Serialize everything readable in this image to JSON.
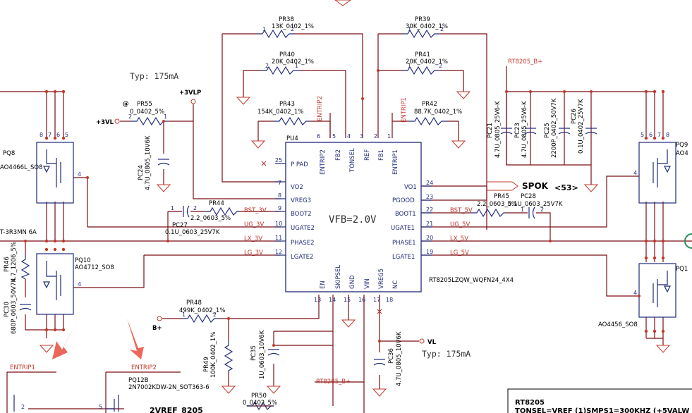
{
  "resistors": {
    "pr38": {
      "ref": "PR38",
      "val": "13K_0402_1%"
    },
    "pr39": {
      "ref": "PR39",
      "val": "30K_0402_1%"
    },
    "pr40": {
      "ref": "PR40",
      "val": "20K_0402_1%"
    },
    "pr41": {
      "ref": "PR41",
      "val": "20K_0402_1%"
    },
    "pr43": {
      "ref": "PR43",
      "val": "154K_0402_1%"
    },
    "pr42": {
      "ref": "PR42",
      "val": "88.7K_0402_1%"
    },
    "pr55": {
      "ref": "PR55",
      "val": "0_0402_5%"
    },
    "pr44": {
      "ref": "PR44",
      "val": "2.2_0603_5%"
    },
    "pr45": {
      "ref": "PR45",
      "val": "2.2_0603_5%"
    },
    "pr46": {
      "ref": "PR46",
      "val": "4.7_1206_5%"
    },
    "pr48": {
      "ref": "PR48",
      "val": "499K_0402_1%"
    },
    "pr49": {
      "ref": "PR49",
      "val": "100K_0402_1%"
    },
    "pr50": {
      "ref": "PR50",
      "val": "0_0402_5%"
    }
  },
  "capacitors": {
    "pc24": {
      "ref": "PC24",
      "val": "4.7U_0805_10V6K"
    },
    "pc27": {
      "ref": "PC27",
      "val": "0.1U_0603_25V7K"
    },
    "pc28": {
      "ref": "PC28",
      "val": "0.1U_0603_25V7K"
    },
    "pc21": {
      "ref": "PC21",
      "val": "4.7U_0805_25V6-K"
    },
    "pc23": {
      "ref": "PC23",
      "val": "4.7U_0805_25V6-K"
    },
    "pc25": {
      "ref": "PC25",
      "val": "2200P_0402_50V7K"
    },
    "pc26": {
      "ref": "PC26",
      "val": "0.1U_0402_25V7K"
    },
    "pc30": {
      "ref": "PC30",
      "val": "680P_0603_50V7K"
    },
    "pc35": {
      "ref": "PC35",
      "val": "1U_0603_10V6K"
    },
    "pc36": {
      "ref": "PC36",
      "val": "4.7U_0805_10V6K"
    }
  },
  "transistors": {
    "pq8": {
      "ref": "PQ8",
      "val": "AO4466L_SO8"
    },
    "pq9": {
      "ref": "PQ9",
      "val": "AO4"
    },
    "pq10": {
      "ref": "PQ10",
      "val": "AO4712_SO8"
    },
    "pq11": {
      "ref": "PQ1",
      "val": "AO4456_SO8"
    },
    "pq12": {
      "ref": "PQ12B",
      "val": "2N7002KDW-2N_SOT363-6"
    }
  },
  "ic": {
    "ref": "PU4",
    "part": "RT8205LZQW_WQFN24_4X4",
    "vfb": "VFB=2.0V",
    "left_pins": [
      {
        "num": "25",
        "name": "P PAD"
      },
      {
        "num": "7",
        "name": "VO2"
      },
      {
        "num": "8",
        "name": "VREG3"
      },
      {
        "num": "9",
        "name": "BOOT2"
      },
      {
        "num": "10",
        "name": "UGATE2"
      },
      {
        "num": "11",
        "name": "PHASE2"
      },
      {
        "num": "12",
        "name": "LGATE2"
      }
    ],
    "right_pins": [
      {
        "num": "24",
        "name": "VO1"
      },
      {
        "num": "23",
        "name": "PGOOD"
      },
      {
        "num": "22",
        "name": "BOOT1"
      },
      {
        "num": "21",
        "name": "UGATE1"
      },
      {
        "num": "20",
        "name": "PHASE1"
      },
      {
        "num": "19",
        "name": "LGATE1"
      }
    ],
    "top_pins": [
      {
        "num": "6",
        "name": "ENTRIP2"
      },
      {
        "num": "5",
        "name": "FB2"
      },
      {
        "num": "4",
        "name": "TONSEL"
      },
      {
        "num": "3",
        "name": "REF"
      },
      {
        "num": "2",
        "name": "FB1"
      },
      {
        "num": "1",
        "name": "ENTRIP1"
      }
    ],
    "bottom_pins": [
      {
        "num": "13",
        "name": "EN"
      },
      {
        "num": "14",
        "name": "SKIPSEL"
      },
      {
        "num": "15",
        "name": "GND"
      },
      {
        "num": "16",
        "name": "VIN"
      },
      {
        "num": "17",
        "name": "VREG5"
      },
      {
        "num": "18",
        "name": "NC"
      }
    ]
  },
  "nets": {
    "p3vl": "+3VL",
    "p3vlp": "+3VLP",
    "bplus": "B+",
    "vl": "VL",
    "spok": "SPOK",
    "ref53": "<53>",
    "rt8205b": "RT8205_B+",
    "entrip1": "ENTRIP1",
    "entrip2": "ENTRIP2",
    "bst3v": "BST_3V",
    "ug3v": "UG_3V",
    "lx3v": "LX_3V",
    "lg3v": "LG_3V",
    "bst5v": "BST_5V",
    "ug5v": "UG_5V",
    "lx5v": "LX_5V",
    "lg5v": "LG_5V",
    "vref": "2VREF_8205",
    "at": "@",
    "mn": "T-3R3MN 6A"
  },
  "notes": {
    "typ1": "Typ: 175mA",
    "typ2": "Typ: 175mA",
    "tb_title": "RT8205",
    "tb_line": "TONSEL=VREF (1)SMPS1=300KHZ (+5VALW"
  },
  "pin_labels": {
    "p1": "1",
    "p2": "2",
    "p3": "3",
    "p4": "4",
    "p5": "5",
    "p6": "6",
    "p7": "7",
    "p8": "8"
  }
}
